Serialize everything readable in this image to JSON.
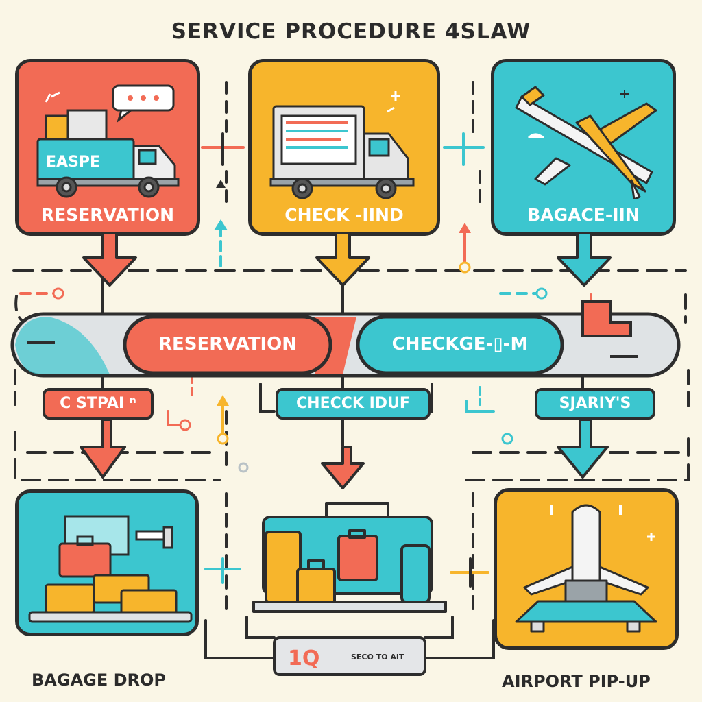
{
  "title": "SERVICE PROCEDURE 4SLAW",
  "cards": {
    "top_left": {
      "label": "RESERVATION",
      "truck_text": "EASPE",
      "color": "#f26b55"
    },
    "top_middle": {
      "label": "CHECK -IIND",
      "color": "#f7b52c"
    },
    "top_right": {
      "label": "BAGACE-IIN",
      "color": "#3cc6cf"
    }
  },
  "pill_bar": {
    "left_label": "RESERVATION",
    "right_label": "CHECKGE-▯-M"
  },
  "tags": {
    "left": "C STPAI ⁿ",
    "middle": "CHECCK IDUF",
    "right": "SJARIY'S"
  },
  "bottom": {
    "left_label": "BAGAGE DROP",
    "right_label": "AIRPORT PIP-UP",
    "ticket_text": "1Q",
    "ticket_small": "SECO TO AIT"
  },
  "colors": {
    "coral": "#f26b55",
    "yellow": "#f7b52c",
    "teal": "#3cc6cf",
    "outline": "#2d2d2d",
    "background": "#faf6e6"
  },
  "icons": [
    "speech-bubble-icon",
    "delivery-truck-icon",
    "airplane-icon",
    "luggage-icon",
    "suitcase-stack-icon",
    "landing-plane-icon",
    "ticket-icon"
  ]
}
